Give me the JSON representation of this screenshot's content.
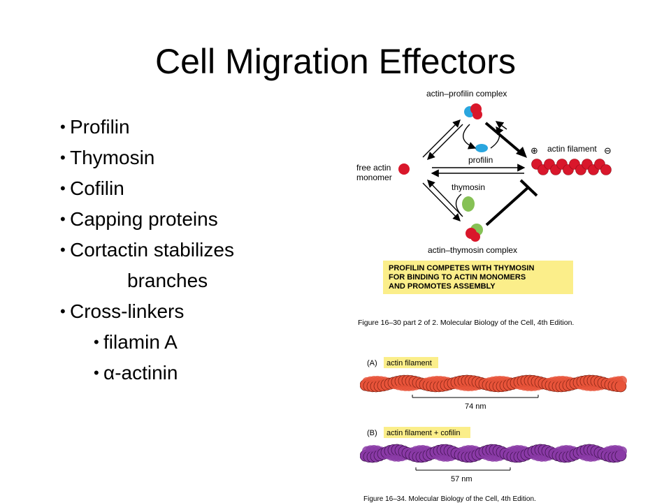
{
  "title": "Cell Migration Effectors",
  "bullets": [
    "Profilin",
    "Thymosin",
    "Cofilin",
    "Capping proteins",
    "Cortactin stabilizes",
    "branches",
    "Cross-linkers"
  ],
  "sub_bullets": [
    "filamin A",
    "-actinin"
  ],
  "alpha_symbol": "α",
  "figure_top": {
    "label_complex_profilin": "actin–profilin complex",
    "label_profilin": "profilin",
    "label_free_actin_1": "free actin",
    "label_free_actin_2": "monomer",
    "label_thymosin": "thymosin",
    "label_actin_filament": "actin filament",
    "label_complex_thymosin": "actin–thymosin complex",
    "plus_sign": "⊕",
    "minus_sign": "⊖",
    "box_line1": "PROFILIN COMPETES WITH THYMOSIN",
    "box_line2": "FOR BINDING TO ACTIN MONOMERS",
    "box_line3": "AND PROMOTES ASSEMBLY",
    "caption": "Figure 16–30 part 2 of 2. Molecular Biology of the Cell, 4th Edition."
  },
  "figure_bottom": {
    "label_a": "(A)",
    "tag_a": "actin filament",
    "scale_a": "74 nm",
    "label_b": "(B)",
    "tag_b": "actin filament + cofilin",
    "scale_b": "57 nm",
    "caption": "Figure 16–34. Molecular Biology of the Cell, 4th Edition."
  },
  "colors": {
    "actin": "#d9172b",
    "profilin": "#2aa6df",
    "thymosin": "#86c155",
    "note_box": "#fbee8a",
    "filament_a": "#e8543a",
    "filament_b": "#8a3aa6"
  }
}
